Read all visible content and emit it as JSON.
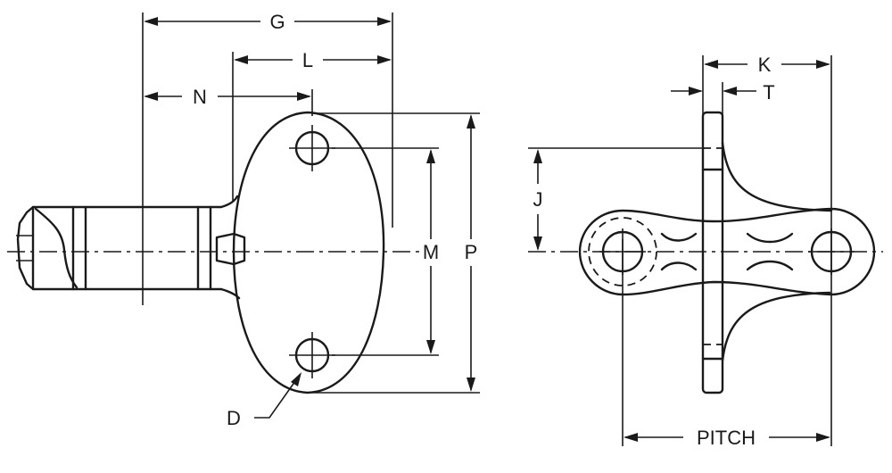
{
  "labels": {
    "g": "G",
    "l": "L",
    "n": "N",
    "m": "M",
    "p": "P",
    "d": "D",
    "k": "K",
    "t": "T",
    "j": "J",
    "pitch": "PITCH"
  }
}
